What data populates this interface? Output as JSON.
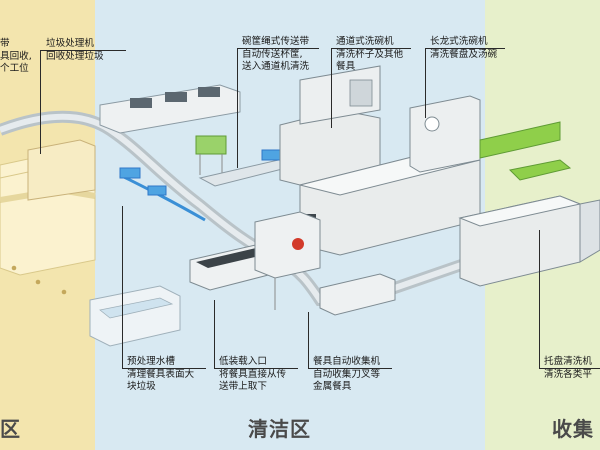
{
  "colors": {
    "zone_left": "#f3e3a6",
    "zone_middle": "#cfe6f2",
    "zone_right": "#e6efc7",
    "machine": "#e9ecec",
    "conveyor": "#cfd6da",
    "accent_blue": "#2f78c8",
    "accent_green": "#8fcf4a",
    "accent_red": "#d23a2a"
  },
  "callouts": {
    "left_cut": {
      "lines": [
        "带",
        "具回收,",
        "个工位"
      ]
    },
    "garbage": {
      "title": "垃圾处理机",
      "lines": [
        "回收处理垃圾"
      ]
    },
    "tube_conveyor": {
      "title": "碗筐绳式传送带",
      "lines": [
        "自动传送杯筐,",
        "送入通道机清洗"
      ]
    },
    "channel_washer": {
      "title": "通道式洗碗机",
      "lines": [
        "清洗杯子及其他",
        "餐具"
      ]
    },
    "long_washer": {
      "title": "长龙式洗碗机",
      "lines": [
        "清洗餐盘及汤碗"
      ]
    },
    "presort_sink": {
      "title": "预处理水槽",
      "lines": [
        "清理餐具表面大",
        "块垃圾"
      ]
    },
    "low_entry": {
      "title": "低装载入口",
      "lines": [
        "将餐具直接从传",
        "送带上取下"
      ]
    },
    "auto_collector": {
      "title": "餐具自动收集机",
      "lines": [
        "自动收集刀叉等",
        "金属餐具"
      ]
    },
    "tray_washer": {
      "title": "托盘清洗机",
      "lines": [
        "清洗各类平"
      ]
    }
  },
  "zones": {
    "left": {
      "label": "区"
    },
    "middle": {
      "label": "清洁区"
    },
    "right": {
      "label": "收集"
    }
  }
}
